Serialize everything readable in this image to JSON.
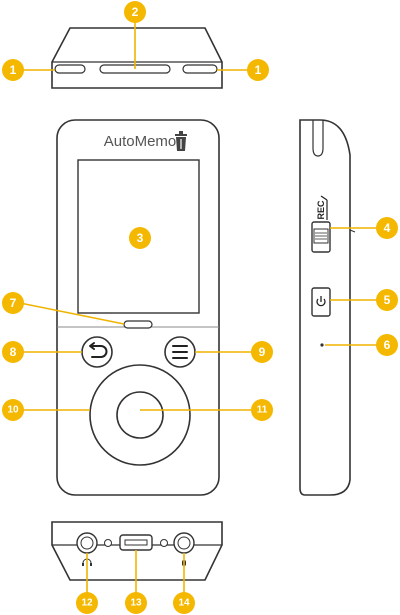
{
  "accent_color": "#f5b800",
  "device": {
    "brand": "AutoMemo",
    "rec_label": "REC",
    "brand_icon": "trash-bin-icon"
  },
  "callouts": [
    "1",
    "2",
    "3",
    "4",
    "5",
    "6",
    "7",
    "8",
    "9",
    "10",
    "11",
    "12",
    "13",
    "14"
  ],
  "icons": {
    "back": "back-arrow-icon",
    "menu": "menu-icon",
    "power": "power-icon",
    "headphone": "headphone-icon",
    "mic": "microphone-icon"
  }
}
